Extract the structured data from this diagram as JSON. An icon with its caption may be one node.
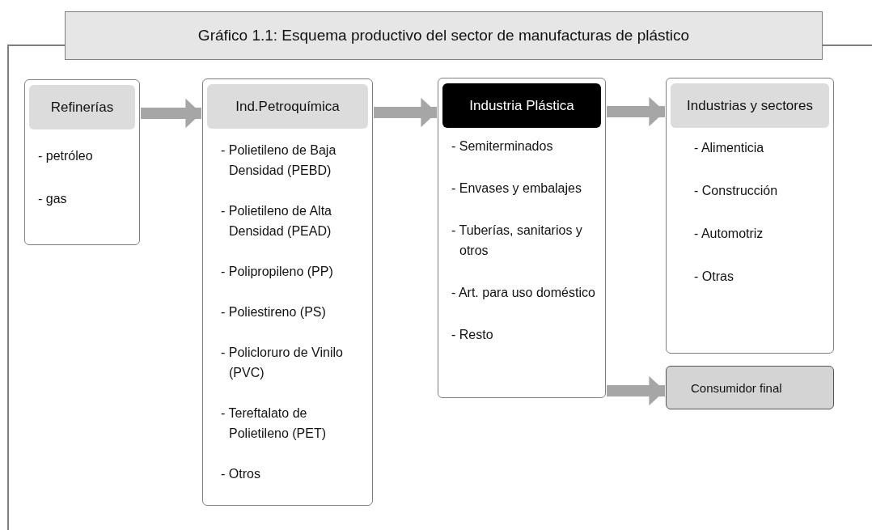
{
  "diagram": {
    "title": "Gráfico 1.1: Esquema productivo del sector de manufacturas de plástico",
    "nodes": [
      {
        "text": [
          "Refinerías",
          "- petróleo",
          "- gas"
        ]
      },
      {
        "text": [
          "Ind.Petroquímica",
          "- Polietileno de Baja Densidad (PEBD)",
          "- Polietileno de Alta Densidad (PEAD)",
          "- Polipropileno (PP)",
          "- Poliestireno (PS)",
          "- Policloruro de Vinilo (PVC)",
          "- Tereftalato de Polietileno (PET)",
          "- Otros"
        ]
      },
      {
        "text": [
          "Industria Plástica",
          "- Semiterminados",
          "- Envases y embalajes",
          "- Tuberías, sanitarios y otros",
          "- Art. para uso doméstico",
          "- Resto"
        ]
      },
      {
        "text": [
          "Industrias y sectores",
          "- Alimenticia",
          "- Construcción",
          "- Automotriz",
          "- Otras"
        ]
      },
      {
        "text": [
          "Consumidor final"
        ]
      }
    ],
    "edges": [
      {
        "from": 0,
        "to": 1,
        "arrow": "to"
      },
      {
        "from": 1,
        "to": 2,
        "arrow": "to"
      },
      {
        "from": 2,
        "to": 3,
        "arrow": "to"
      },
      {
        "from": 2,
        "to": 4,
        "arrow": "to"
      }
    ]
  }
}
